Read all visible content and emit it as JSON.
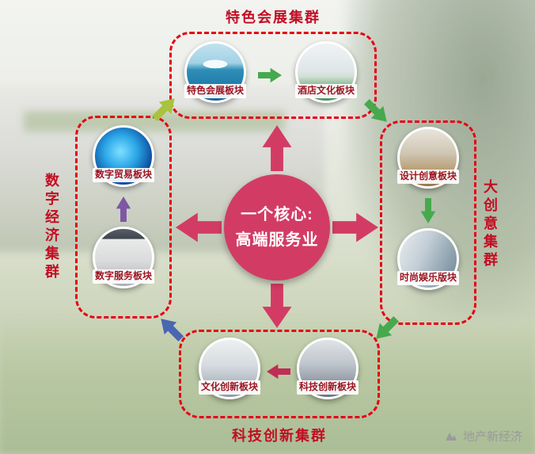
{
  "diagram": {
    "center": {
      "line1": "一个核心:",
      "line2": "高端服务业"
    },
    "clusters": {
      "top": {
        "title": "特色会展集群",
        "items": [
          "特色会展板块",
          "酒店文化板块"
        ]
      },
      "right": {
        "title": "大创意集群",
        "items": [
          "设计创意板块",
          "时尚娱乐版块"
        ]
      },
      "bottom": {
        "title": "科技创新集群",
        "items": [
          "文化创新板块",
          "科技创新板块"
        ]
      },
      "left": {
        "title": "数字经济集群",
        "items": [
          "数字贸易板块",
          "数字服务板块"
        ]
      }
    },
    "palette": {
      "core_circle": "#d23c64",
      "title_red": "#c30d23",
      "dashed_border": "#e60012",
      "green_arrow": "#46a94d",
      "purple_arrow": "#7e57a5",
      "blue_arrow": "#4a66b0",
      "yellow_green_arrow": "#a9c23f"
    },
    "watermark": "地产新经济"
  }
}
